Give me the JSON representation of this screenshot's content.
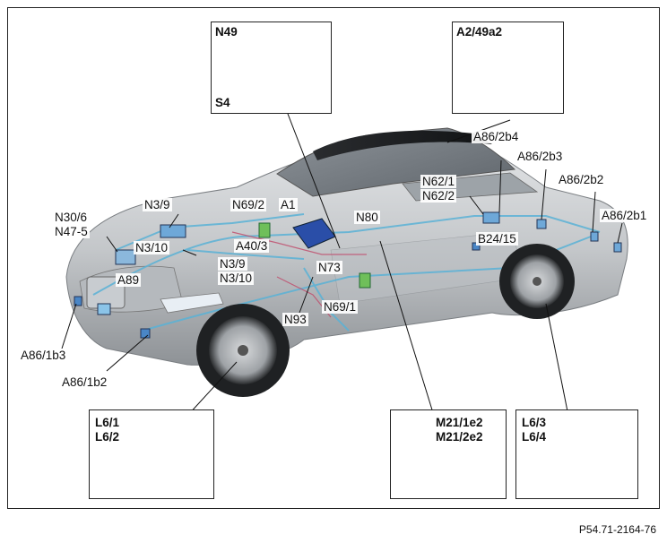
{
  "reference": "P54.71-2164-76",
  "insets": {
    "steering": {
      "top": "N49",
      "bottom": "S4"
    },
    "antenna": {
      "top": "A2/49a2"
    },
    "sensor_front": {
      "line1": "L6/1",
      "line2": "L6/2"
    },
    "mirror": {
      "line1": "M21/1e2",
      "line2": "M21/2e2"
    },
    "sensor_rear": {
      "line1": "L6/3",
      "line2": "L6/4"
    }
  },
  "labels": {
    "n30_6": "N30/6",
    "n47_5": "N47-5",
    "n3_9_top": "N3/9",
    "n3_10_top": "N3/10",
    "n69_2": "N69/2",
    "a1": "A1",
    "a40_3": "A40/3",
    "n80": "N80",
    "n3_9_mid": "N3/9",
    "n3_10_mid": "N3/10",
    "n73": "N73",
    "a89": "A89",
    "n93": "N93",
    "n69_1": "N69/1",
    "a86_1b3": "A86/1b3",
    "a86_1b2": "A86/1b2",
    "n62_1": "N62/1",
    "n62_2": "N62/2",
    "a86_2b4": "A86/2b4",
    "a86_2b3": "A86/2b3",
    "a86_2b2": "A86/2b2",
    "a86_2b1": "A86/2b1",
    "b24_15": "B24/15"
  }
}
